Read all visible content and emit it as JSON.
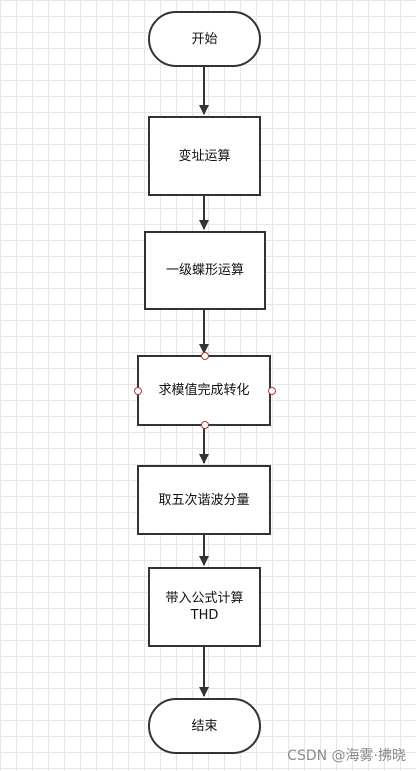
{
  "flowchart": {
    "nodes": [
      {
        "id": "start",
        "label": "开始"
      },
      {
        "id": "step1",
        "label": "变址运算"
      },
      {
        "id": "step2",
        "label": "一级蝶形运算"
      },
      {
        "id": "step3",
        "label": "求模值完成转化"
      },
      {
        "id": "step4",
        "label": "取五次谐波分量"
      },
      {
        "id": "step5",
        "label": "带入公式计算",
        "sublabel": "THD"
      },
      {
        "id": "end",
        "label": "结束"
      }
    ],
    "edges": [
      {
        "from": "start",
        "to": "step1"
      },
      {
        "from": "step1",
        "to": "step2"
      },
      {
        "from": "step2",
        "to": "step3"
      },
      {
        "from": "step3",
        "to": "step4"
      },
      {
        "from": "step4",
        "to": "step5"
      },
      {
        "from": "step5",
        "to": "end"
      }
    ]
  },
  "watermark": {
    "text": "CSDN @海雾·拂晓"
  },
  "colors": {
    "stroke": "#333333",
    "grid": "#e6e6e6",
    "handle": "#b23a3a"
  }
}
